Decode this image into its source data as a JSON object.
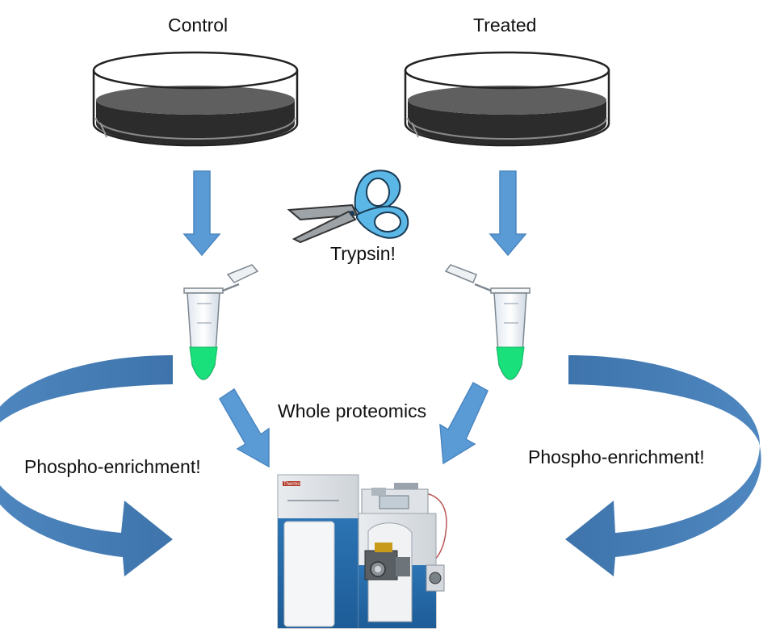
{
  "labels": {
    "control": "Control",
    "treated": "Treated",
    "trypsin": "Trypsin!",
    "whole_proteomics": "Whole proteomics",
    "phospho_left": "Phospho-enrichment!",
    "phospho_right": "Phospho-enrichment!"
  },
  "instrument": {
    "brand": "Thermo"
  },
  "icons": {
    "dish": "petri-dish-icon",
    "scissors": "scissors-icon",
    "tube": "microcentrifuge-tube-icon",
    "instrument": "mass-spectrometer-icon"
  },
  "colors": {
    "arrow_blue": "#5b9bd5",
    "curved_arrow_dark": "#3e76ae",
    "tube_liquid": "#19e07a",
    "scissors_blue": "#5bb8e6"
  }
}
